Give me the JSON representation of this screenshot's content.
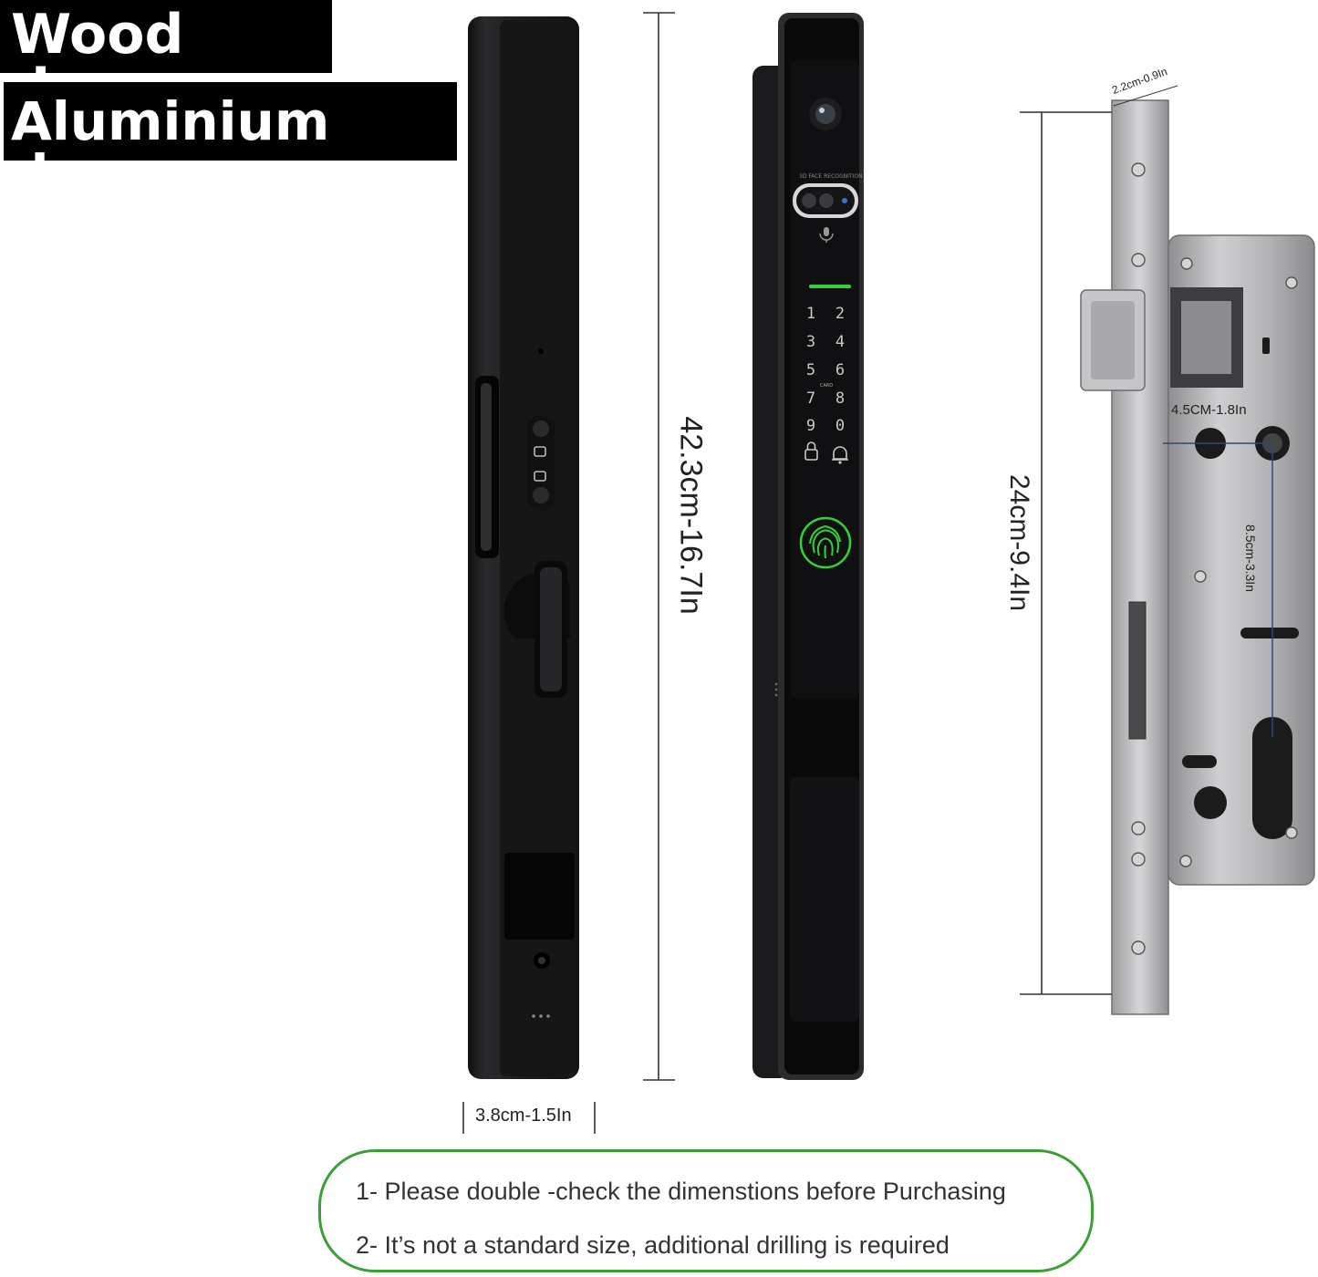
{
  "labels": {
    "wood_door": "Wood door",
    "aluminium_door": "Aluminium door"
  },
  "dimensions": {
    "total_height": "42.3cm-16.7In",
    "width": "3.8cm-1.5In",
    "lock_case_height": "24cm-9.4In",
    "faceplate_width": "2.2cm-0.9In",
    "backset": "4.5CM-1.8In",
    "center_distance": "8.5cm-3.3In"
  },
  "lock_front": {
    "face_label": "3D FACE RECOGNITION",
    "keypad": [
      "1",
      "2",
      "3",
      "4",
      "5",
      "6",
      "7",
      "8",
      "9",
      "0"
    ],
    "card_label": "CARD"
  },
  "notes": [
    "1- Please double -check the dimenstions before Purchasing",
    "2- It’s not a standard size, additional drilling is required"
  ],
  "colors": {
    "label_bg": "#000000",
    "label_text": "#ffffff",
    "notice_border": "#3aa036",
    "indicator_green": "#33d13a",
    "lock_body": "#1c1c1e",
    "steel": "#b9b9ba"
  }
}
